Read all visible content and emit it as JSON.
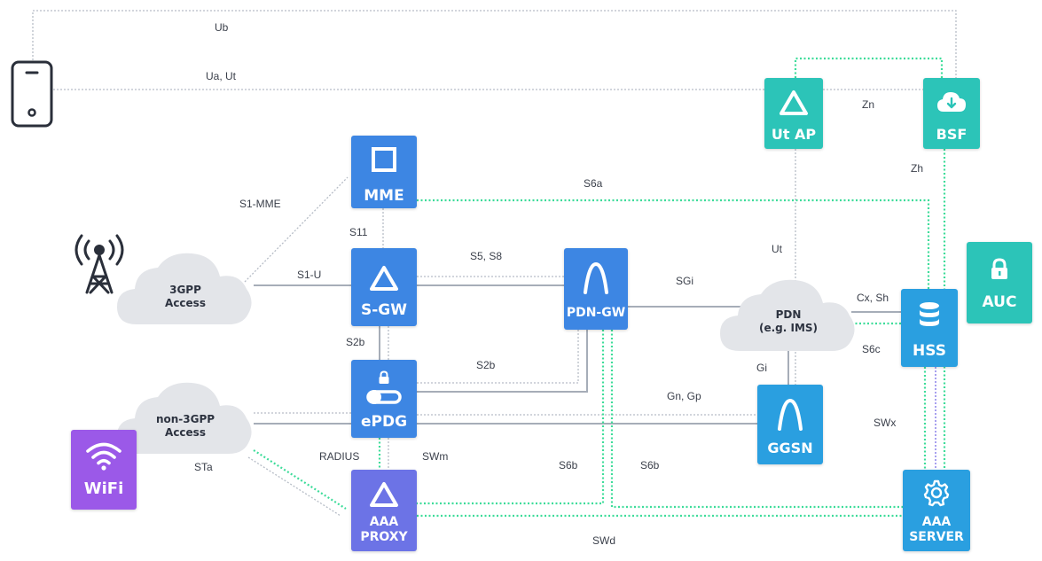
{
  "nodes": {
    "mme": {
      "label": "MME"
    },
    "sgw": {
      "label": "S-GW"
    },
    "pdngw": {
      "label": "PDN-GW"
    },
    "epdg": {
      "label": "ePDG"
    },
    "aaa_proxy": {
      "label_1": "AAA",
      "label_2": "PROXY"
    },
    "ggsn": {
      "label": "GGSN"
    },
    "ut_ap": {
      "label": "Ut AP"
    },
    "bsf": {
      "label": "BSF"
    },
    "hss": {
      "label": "HSS"
    },
    "auc": {
      "label": "AUC"
    },
    "aaa_server": {
      "label_1": "AAA",
      "label_2": "SERVER"
    },
    "wifi": {
      "label": "WiFi"
    }
  },
  "clouds": {
    "access_3gpp": {
      "line1": "3GPP",
      "line2": "Access"
    },
    "access_non3gpp": {
      "line1": "non-3GPP",
      "line2": "Access"
    },
    "pdn": {
      "line1": "PDN",
      "line2": "(e.g. IMS)"
    }
  },
  "interfaces": {
    "ub": "Ub",
    "ua_ut": "Ua, Ut",
    "zn": "Zn",
    "zh": "Zh",
    "s1_mme": "S1-MME",
    "s6a": "S6a",
    "s11": "S11",
    "s5_s8": "S5, S8",
    "s1_u": "S1-U",
    "sgi": "SGi",
    "ut": "Ut",
    "cx_sh": "Cx, Sh",
    "s2b_left": "S2b",
    "s2b_right": "S2b",
    "s6c": "S6c",
    "gi": "Gi",
    "gn_gp": "Gn, Gp",
    "swx": "SWx",
    "radius": "RADIUS",
    "swm": "SWm",
    "sta": "STa",
    "s6b_left": "S6b",
    "s6b_right": "S6b",
    "swd": "SWd"
  },
  "colors": {
    "blue": "#3d86e3",
    "teal": "#2cc4b8",
    "violet": "#7a6ee6",
    "purple": "#9b59e8",
    "green_dotted": "#3ddc9a",
    "gray_line": "#a6adb8",
    "cloud": "#e4e6ea"
  }
}
